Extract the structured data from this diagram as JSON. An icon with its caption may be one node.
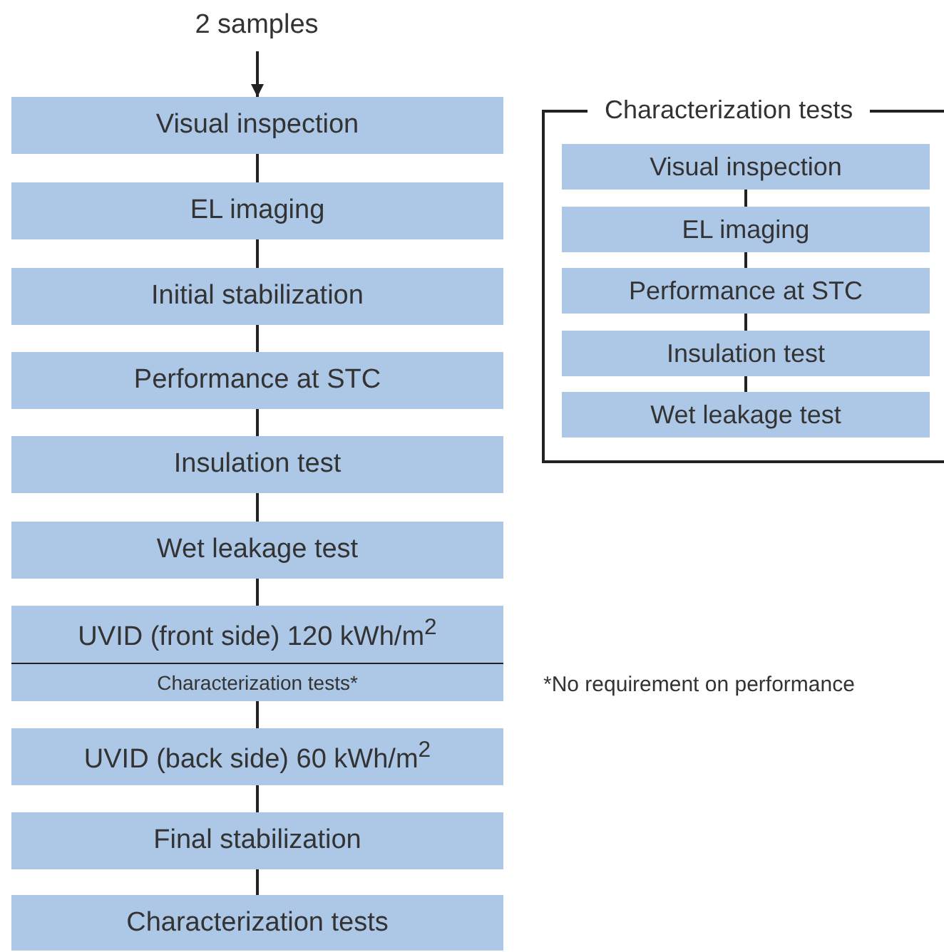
{
  "diagram": {
    "nodes": [
      {
        "text": [
          "2 samples"
        ]
      },
      {
        "text": [
          "Visual inspection"
        ]
      },
      {
        "text": [
          "EL imaging"
        ]
      },
      {
        "text": [
          "Initial stabilization"
        ]
      },
      {
        "text": [
          "Performance at STC"
        ]
      },
      {
        "text": [
          "Insulation test"
        ]
      },
      {
        "text": [
          "Wet leakage test"
        ]
      },
      {
        "text": [
          "UVID (front side) 120 kWh/m$^{2}$",
          "Characterization tests*"
        ]
      },
      {
        "text": [
          "UVID (back side) 60 kWh/m$^{2}$"
        ]
      },
      {
        "text": [
          "Final stabilization"
        ]
      },
      {
        "text": [
          "Characterization tests"
        ]
      },
      {
        "text": [
          "Characterization tests"
        ]
      },
      {
        "text": [
          "Visual inspection"
        ],
        "in": 11
      },
      {
        "text": [
          "EL imaging"
        ],
        "in": 11
      },
      {
        "text": [
          "Performance at STC"
        ],
        "in": 11
      },
      {
        "text": [
          "Insulation test"
        ],
        "in": 11
      },
      {
        "text": [
          "Wet leakage test"
        ],
        "in": 11
      }
    ],
    "edges": [
      {
        "from": 0,
        "to": 1,
        "arrow": "to"
      },
      {
        "from": 1,
        "to": 2,
        "arrow": "none"
      },
      {
        "from": 2,
        "to": 3,
        "arrow": "none"
      },
      {
        "from": 3,
        "to": 4,
        "arrow": "none"
      },
      {
        "from": 4,
        "to": 5,
        "arrow": "none"
      },
      {
        "from": 5,
        "to": 6,
        "arrow": "none"
      },
      {
        "from": 6,
        "to": 7,
        "arrow": "none"
      },
      {
        "from": 7,
        "to": 8,
        "arrow": "none"
      },
      {
        "from": 8,
        "to": 9,
        "arrow": "none"
      },
      {
        "from": 9,
        "to": 10,
        "arrow": "none"
      },
      {
        "from": 12,
        "to": 13,
        "arrow": "none"
      },
      {
        "from": 13,
        "to": 14,
        "arrow": "none"
      },
      {
        "from": 14,
        "to": 15,
        "arrow": "none"
      },
      {
        "from": 15,
        "to": 16,
        "arrow": "none"
      }
    ],
    "labels": [
      "*No requirement on performance"
    ]
  }
}
